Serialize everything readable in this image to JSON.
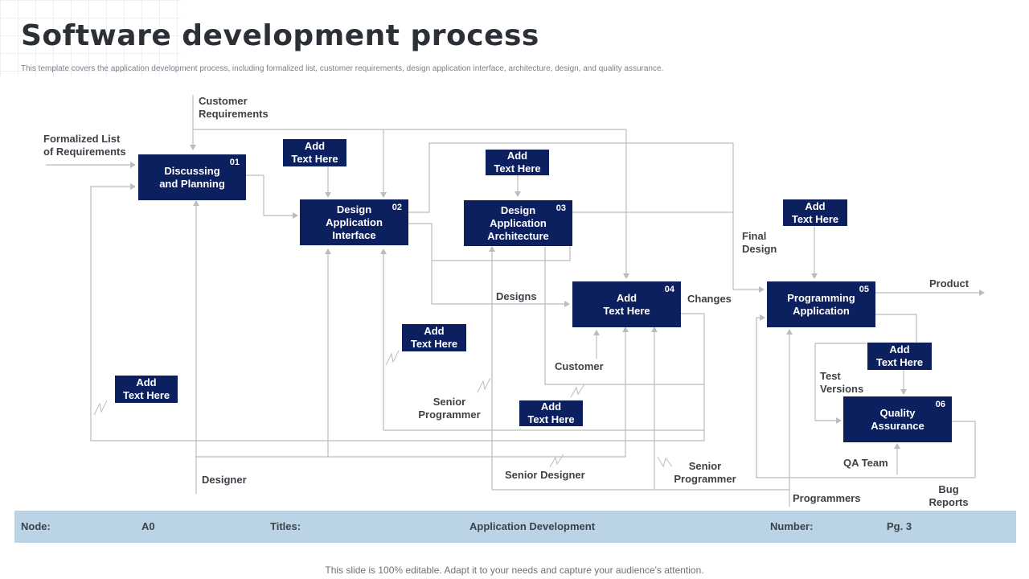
{
  "page": {
    "title": "Software development process",
    "subtitle": "This template covers the application development process, including formalized list, customer requirements, design application interface, architecture, design, and quality assurance."
  },
  "diagram": {
    "nodes": [
      {
        "id": "01",
        "label": "Discussing\nand Planning"
      },
      {
        "id": "02",
        "label": "Design\nApplication\nInterface"
      },
      {
        "id": "03",
        "label": "Design\nApplication\nArchitecture"
      },
      {
        "id": "04",
        "label": "Add\nText Here"
      },
      {
        "id": "05",
        "label": "Programming\nApplication"
      },
      {
        "id": "06",
        "label": "Quality\nAssurance"
      }
    ],
    "notes": [
      "Add\nText Here",
      "Add\nText Here",
      "Add\nText Here",
      "Add\nText Here",
      "Add\nText Here",
      "Add\nText Here",
      "Add\nText Here"
    ],
    "labels": {
      "customer_requirements": "Customer\nRequirements",
      "formalized_list": "Formalized List\nof Requirements",
      "final_design": "Final\nDesign",
      "product": "Product",
      "designs": "Designs",
      "changes": "Changes",
      "customer": "Customer",
      "senior_programmer_1": "Senior\nProgrammer",
      "senior_programmer_2": "Senior\nProgrammer",
      "senior_designer": "Senior Designer",
      "designer": "Designer",
      "test_versions": "Test\nVersions",
      "qa_team": "QA Team",
      "programmers": "Programmers",
      "bug_reports": "Bug\nReports"
    }
  },
  "footer": {
    "node_label": "Node:",
    "node_value": "A0",
    "titles_label": "Titles:",
    "titles_value": "Application Development",
    "number_label": "Number:",
    "number_value": "Pg. 3"
  },
  "bottom_note": "This slide is 100% editable. Adapt it to your needs and capture your audience's attention.",
  "colors": {
    "box": "#0c1f5e",
    "line": "#b9bcc2",
    "footer": "#bad4e6"
  }
}
